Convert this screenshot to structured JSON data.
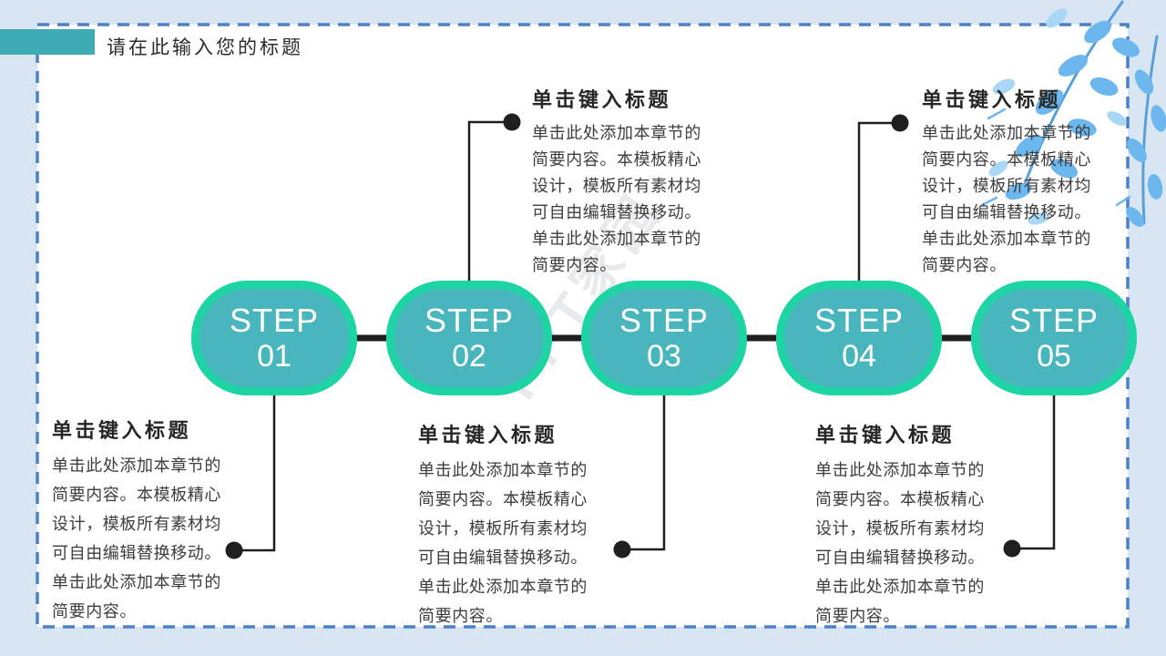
{
  "slide": {
    "title": "请在此输入您的标题",
    "watermark": "PPT家园"
  },
  "steps": [
    {
      "label": "STEP",
      "number": "01",
      "position": "bottom",
      "heading": "单击键入标题",
      "body": "单击此处添加本章节的\n简要内容。本模板精心\n设计，模板所有素材均\n可自由编辑替换移动。\n单击此处添加本章节的\n简要内容。"
    },
    {
      "label": "STEP",
      "number": "02",
      "position": "top",
      "heading": "单击键入标题",
      "body": "单击此处添加本章节的\n简要内容。本模板精心\n设计，模板所有素材均\n可自由编辑替换移动。\n单击此处添加本章节的\n简要内容。"
    },
    {
      "label": "STEP",
      "number": "03",
      "position": "bottom",
      "heading": "单击键入标题",
      "body": "单击此处添加本章节的\n简要内容。本模板精心\n设计，模板所有素材均\n可自由编辑替换移动。\n单击此处添加本章节的\n简要内容。"
    },
    {
      "label": "STEP",
      "number": "04",
      "position": "top",
      "heading": "单击键入标题",
      "body": "单击此处添加本章节的\n简要内容。本模板精心\n设计，模板所有素材均\n可自由编辑替换移动。\n单击此处添加本章节的\n简要内容。"
    },
    {
      "label": "STEP",
      "number": "05",
      "position": "bottom",
      "heading": "单击键入标题",
      "body": "单击此处添加本章节的\n简要内容。本模板精心\n设计，模板所有素材均\n可自由编辑替换移动。\n单击此处添加本章节的\n简要内容。"
    }
  ],
  "colors": {
    "background": "#d8e6f4",
    "frame_dash": "#4d80c4",
    "accent_teal": "#3dadb3",
    "oval_fill": "#48b6bc",
    "oval_border": "#1fd4a4",
    "connector_black": "#1f1f1f",
    "leaf_blue": "#6db7ef"
  }
}
